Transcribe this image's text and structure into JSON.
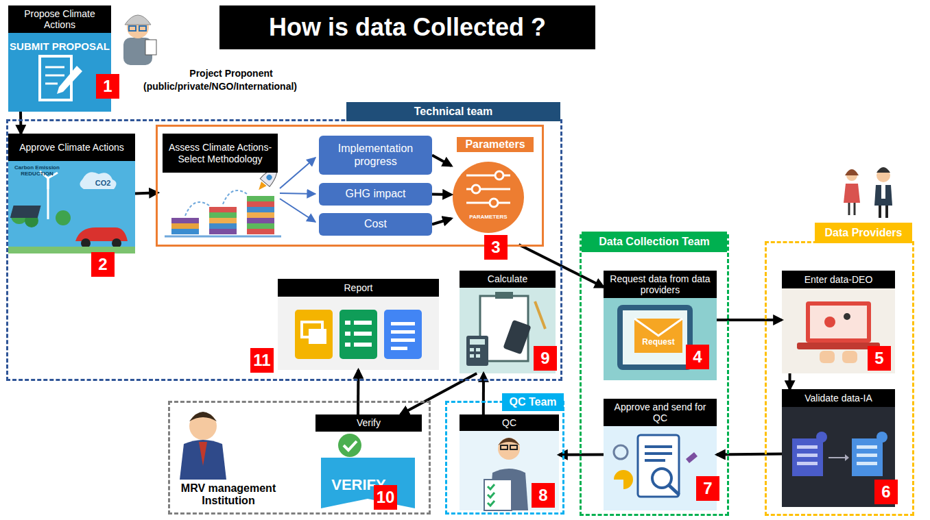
{
  "diagram": {
    "title": "How is data Collected ?",
    "nodes": [
      {
        "text": [
          "Propose Climate Actions",
          "SUBMIT PROPOSAL"
        ]
      },
      {
        "text": [
          "Technical team"
        ]
      },
      {
        "text": [
          "Approve Climate Actions"
        ],
        "in": 1
      },
      {
        "text": [
          "Assess Climate Actions-Select Methodology"
        ],
        "in": 1
      },
      {
        "text": [
          "Implementation progress"
        ],
        "in": 3
      },
      {
        "text": [
          "GHG impact"
        ],
        "in": 3
      },
      {
        "text": [
          "Cost"
        ],
        "in": 3
      },
      {
        "text": [
          "Parameters",
          "PARAMETERS"
        ],
        "in": 3
      },
      {
        "text": [
          "Report"
        ],
        "in": 1
      },
      {
        "text": [
          "Calculate"
        ],
        "in": 1
      },
      {
        "text": [
          "Data Collection Team"
        ]
      },
      {
        "text": [
          "Request data from data providers"
        ],
        "in": 10
      },
      {
        "text": [
          "Approve and send for QC"
        ],
        "in": 10
      },
      {
        "text": [
          "Data Providers"
        ]
      },
      {
        "text": [
          "Enter data-DEO"
        ],
        "in": 13
      },
      {
        "text": [
          "Validate data-IA"
        ],
        "in": 13
      },
      {
        "text": [
          "QC Team"
        ]
      },
      {
        "text": [
          "QC"
        ],
        "in": 16
      },
      {
        "text": [
          "MRV management Institution"
        ]
      },
      {
        "text": [
          "Verify",
          "VERIFY"
        ],
        "in": 18
      }
    ],
    "edges": [
      {
        "from": 0,
        "to": 2,
        "arrow": "to"
      },
      {
        "from": 2,
        "to": 3,
        "arrow": "to"
      },
      {
        "from": 4,
        "to": 7,
        "arrow": "to"
      },
      {
        "from": 5,
        "to": 7,
        "arrow": "to"
      },
      {
        "from": 6,
        "to": 7,
        "arrow": "to"
      },
      {
        "from": 3,
        "to": 11,
        "arrow": "to"
      },
      {
        "from": 11,
        "to": 14,
        "arrow": "to"
      },
      {
        "from": 14,
        "to": 15,
        "arrow": "to"
      },
      {
        "from": 15,
        "to": 12,
        "arrow": "to"
      },
      {
        "from": 12,
        "to": 17,
        "arrow": "to"
      },
      {
        "from": 17,
        "to": 9,
        "arrow": "to"
      },
      {
        "from": 9,
        "to": 19,
        "arrow": "to"
      },
      {
        "from": 19,
        "to": 8,
        "arrow": "to"
      }
    ],
    "labels": [
      "Project Proponent",
      "(public/private/NGO/International)",
      "Carbon Emission REDUCTION",
      "CO2",
      "Request",
      "1",
      "2",
      "3",
      "4",
      "5",
      "6",
      "7",
      "8",
      "9",
      "10",
      "11"
    ]
  }
}
